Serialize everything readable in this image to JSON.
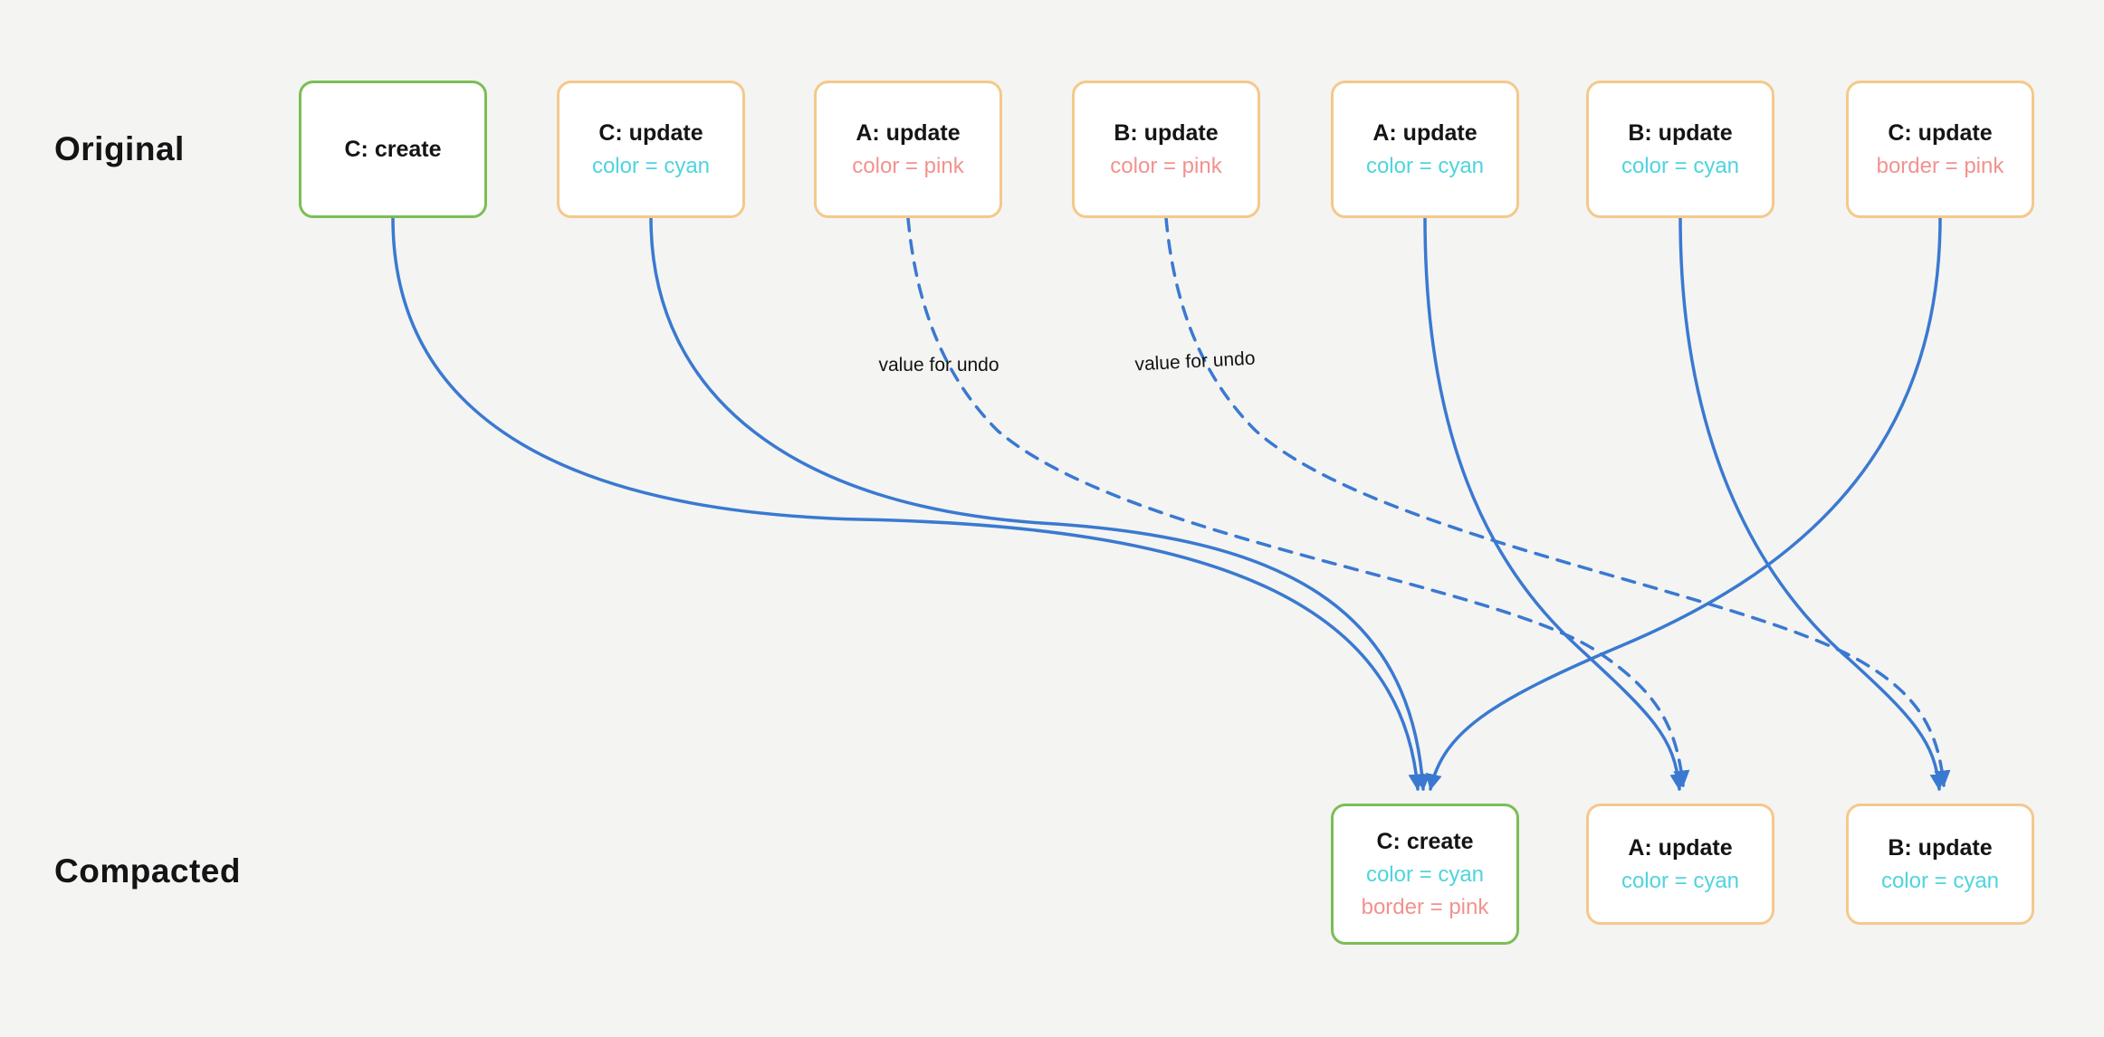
{
  "palette": {
    "bg": "#f4f4f2",
    "green": "#7cbd55",
    "orange": "#f4c98c",
    "blue": "#3a79d1",
    "cyan": "#4fd4de",
    "pink": "#f2928f",
    "text": "#141414"
  },
  "rows": {
    "original_label": "Original",
    "compacted_label": "Compacted"
  },
  "original_nodes": [
    {
      "title": "C: create",
      "border": "green",
      "attrs": []
    },
    {
      "title": "C: update",
      "border": "orange",
      "attrs": [
        {
          "text": "color = cyan",
          "tone": "cyan"
        }
      ]
    },
    {
      "title": "A: update",
      "border": "orange",
      "attrs": [
        {
          "text": "color = pink",
          "tone": "pink"
        }
      ]
    },
    {
      "title": "B: update",
      "border": "orange",
      "attrs": [
        {
          "text": "color = pink",
          "tone": "pink"
        }
      ]
    },
    {
      "title": "A: update",
      "border": "orange",
      "attrs": [
        {
          "text": "color = cyan",
          "tone": "cyan"
        }
      ]
    },
    {
      "title": "B: update",
      "border": "orange",
      "attrs": [
        {
          "text": "color = cyan",
          "tone": "cyan"
        }
      ]
    },
    {
      "title": "C: update",
      "border": "orange",
      "attrs": [
        {
          "text": "border = pink",
          "tone": "pink"
        }
      ]
    }
  ],
  "compacted_nodes": [
    {
      "title": "C: create",
      "border": "green",
      "attrs": [
        {
          "text": "color = cyan",
          "tone": "cyan"
        },
        {
          "text": "border = pink",
          "tone": "pink"
        }
      ]
    },
    {
      "title": "A: update",
      "border": "orange",
      "attrs": [
        {
          "text": "color = cyan",
          "tone": "cyan"
        }
      ]
    },
    {
      "title": "B: update",
      "border": "orange",
      "attrs": [
        {
          "text": "color = cyan",
          "tone": "cyan"
        }
      ]
    }
  ],
  "edges": [
    {
      "from": "C: create",
      "to": "C: create (compacted)",
      "style": "solid"
    },
    {
      "from": "C: update color = cyan",
      "to": "C: create (compacted)",
      "style": "solid"
    },
    {
      "from": "C: update border = pink",
      "to": "C: create (compacted)",
      "style": "solid"
    },
    {
      "from": "A: update color = cyan",
      "to": "A: update (compacted)",
      "style": "solid"
    },
    {
      "from": "B: update color = cyan",
      "to": "B: update (compacted)",
      "style": "solid"
    },
    {
      "from": "A: update color = pink",
      "to": "A: update (compacted)",
      "style": "dashed",
      "label": "value for undo"
    },
    {
      "from": "B: update color = pink",
      "to": "B: update (compacted)",
      "style": "dashed",
      "label": "value for undo"
    }
  ]
}
